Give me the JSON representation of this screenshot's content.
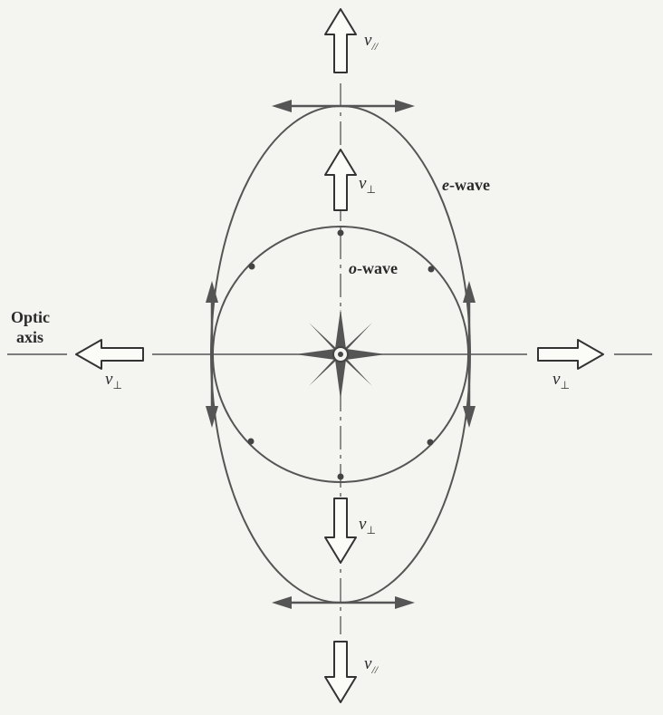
{
  "labels": {
    "optic_axis_line1": "Optic",
    "optic_axis_line2": "axis",
    "e_wave_prefix": "e",
    "e_wave_suffix": "-wave",
    "o_wave_prefix": "o",
    "o_wave_suffix": "-wave",
    "v_symbol": "v",
    "parallel_sub": "//",
    "perp_sub": "⊥"
  },
  "colors": {
    "background": "#f4f4f1",
    "ink": "#555555",
    "outline": "#333333"
  }
}
